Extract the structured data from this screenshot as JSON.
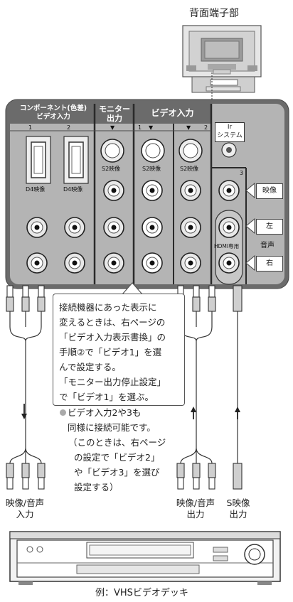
{
  "top_label": "背面端子部",
  "panel": {
    "headers": {
      "component_line1": "コンポーネント(色差)",
      "component_line2": "ビデオ入力",
      "monitor_line1": "モニター",
      "monitor_line2": "出力",
      "video_in": "ビデオ入力",
      "ir_line1": "Ir",
      "ir_line2": "システム"
    },
    "column_numbers": [
      "1",
      "2",
      "1",
      "2",
      "3"
    ],
    "s2_labels": [
      "S2映像",
      "S2映像",
      "S2映像"
    ],
    "d4_labels": [
      "D4映像",
      "D4映像"
    ],
    "hdmi_label": "HDMI専用",
    "side_labels": {
      "video": "映像",
      "left": "左",
      "right": "右",
      "audio": "音声"
    }
  },
  "note": {
    "lines": [
      "接続機器にあった表示に",
      "変えるときは、右ページの",
      "「ビデオ入力表示書換」の",
      "手順②で「ビデオ1」を選",
      "んで設定する。",
      "「モニター出力停止設定」",
      "で「ビデオ1」を選ぶ。"
    ]
  },
  "bullet_note": {
    "lines": [
      "ビデオ入力2や3も",
      "同様に接続可能です。",
      "（このときは、右ページ",
      "の設定で「ビデオ2」",
      "や「ビデオ3」を選び",
      "設定する）"
    ]
  },
  "plug_labels": {
    "left_line1": "映像/音声",
    "left_line2": "入力",
    "middle_line1": "映像/音声",
    "middle_line2": "出力",
    "right_line1": "S映像",
    "right_line2": "出力"
  },
  "caption": "例：VHSビデオデッキ"
}
